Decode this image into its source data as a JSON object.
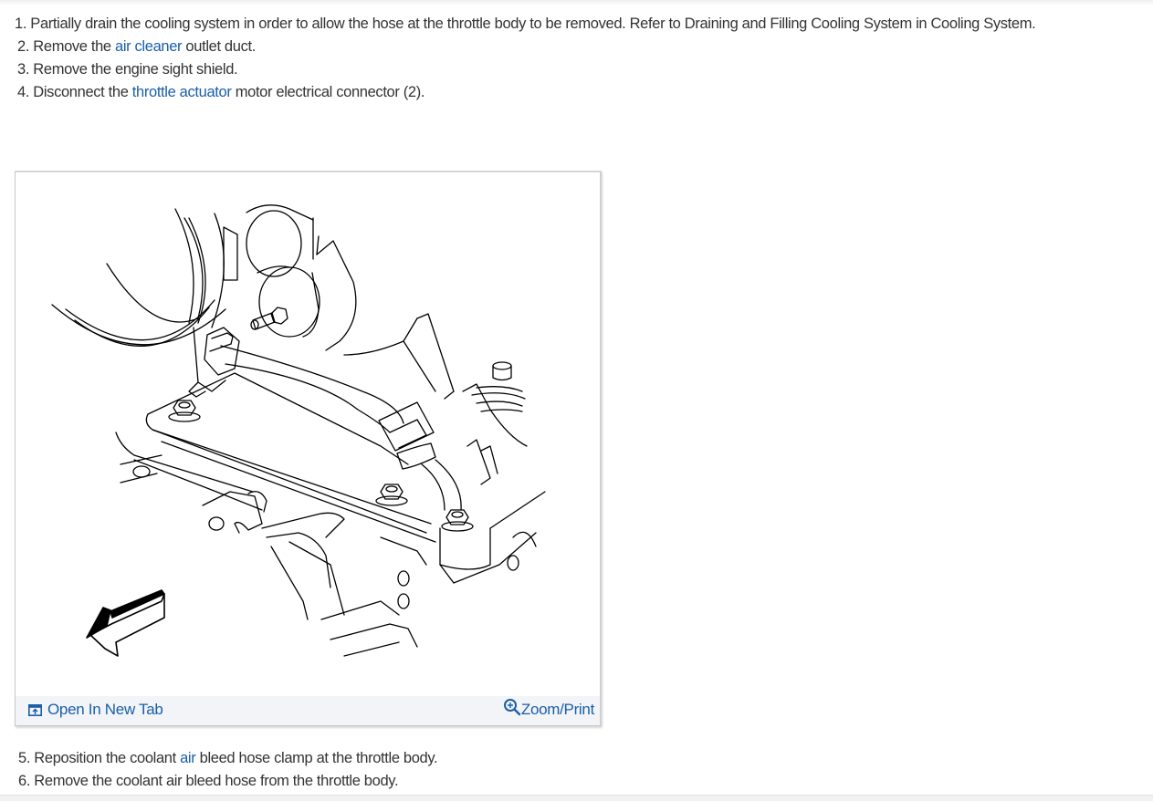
{
  "steps_before": [
    {
      "number": "1.",
      "parts": [
        {
          "text": " Partially drain the cooling system in order to allow the hose at the throttle body to be removed. Refer to Draining and Filling Cooling System in Cooling System.",
          "link": false
        }
      ]
    },
    {
      "number": "2.",
      "parts": [
        {
          "text": " Remove the ",
          "link": false
        },
        {
          "text": "air cleaner",
          "link": true
        },
        {
          "text": " outlet duct.",
          "link": false
        }
      ]
    },
    {
      "number": "3.",
      "parts": [
        {
          "text": " Remove the engine sight shield.",
          "link": false
        }
      ]
    },
    {
      "number": "4.",
      "parts": [
        {
          "text": " Disconnect the ",
          "link": false
        },
        {
          "text": "throttle actuator",
          "link": true
        },
        {
          "text": " motor electrical connector (2).",
          "link": false
        }
      ]
    }
  ],
  "figure": {
    "image_description": "Line drawing: throttle body with coolant air bleed hose, sight shield bracket bolts, and direction arrow",
    "open_new_tab_label": "Open In New Tab",
    "zoom_print_label": "Zoom/Print"
  },
  "steps_after": [
    {
      "number": "5.",
      "parts": [
        {
          "text": " Reposition the coolant ",
          "link": false
        },
        {
          "text": "air",
          "link": true
        },
        {
          "text": " bleed hose clamp at the throttle body.",
          "link": false
        }
      ]
    },
    {
      "number": "6.",
      "parts": [
        {
          "text": " Remove the coolant air bleed hose from the throttle body.",
          "link": false
        }
      ]
    }
  ],
  "colors": {
    "link": "#1a5fa8",
    "text": "#333333",
    "footer_bg": "#f2f4f8",
    "border": "#c8c8c8"
  }
}
